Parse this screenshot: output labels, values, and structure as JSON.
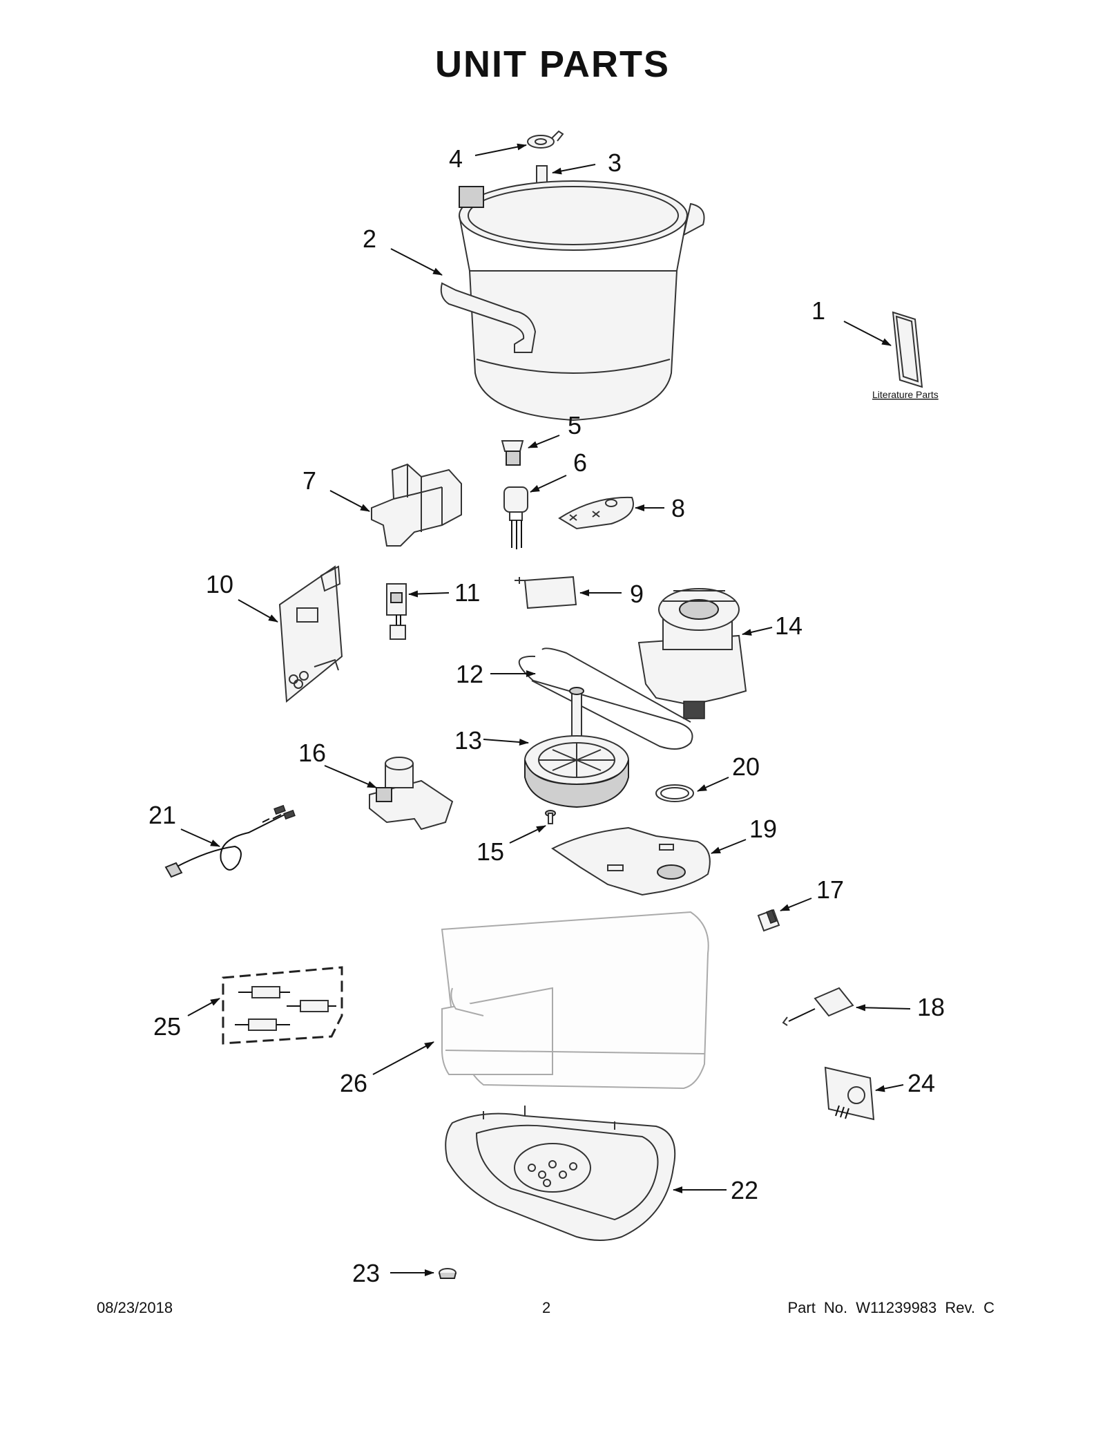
{
  "page": {
    "title": "UNIT PARTS",
    "footer": {
      "date": "08/23/2018",
      "page_number": "2",
      "part_no": "Part No. W11239983 Rev. C"
    }
  },
  "literature_label": "Literature Parts",
  "callouts": {
    "c1": "1",
    "c2": "2",
    "c3": "3",
    "c4": "4",
    "c5": "5",
    "c6": "6",
    "c7": "7",
    "c8": "8",
    "c9": "9",
    "c10": "10",
    "c11": "11",
    "c12": "12",
    "c13": "13",
    "c14": "14",
    "c15": "15",
    "c16": "16",
    "c17": "17",
    "c18": "18",
    "c19": "19",
    "c20": "20",
    "c21": "21",
    "c22": "22",
    "c23": "23",
    "c24": "24",
    "c25": "25",
    "c26": "26"
  }
}
